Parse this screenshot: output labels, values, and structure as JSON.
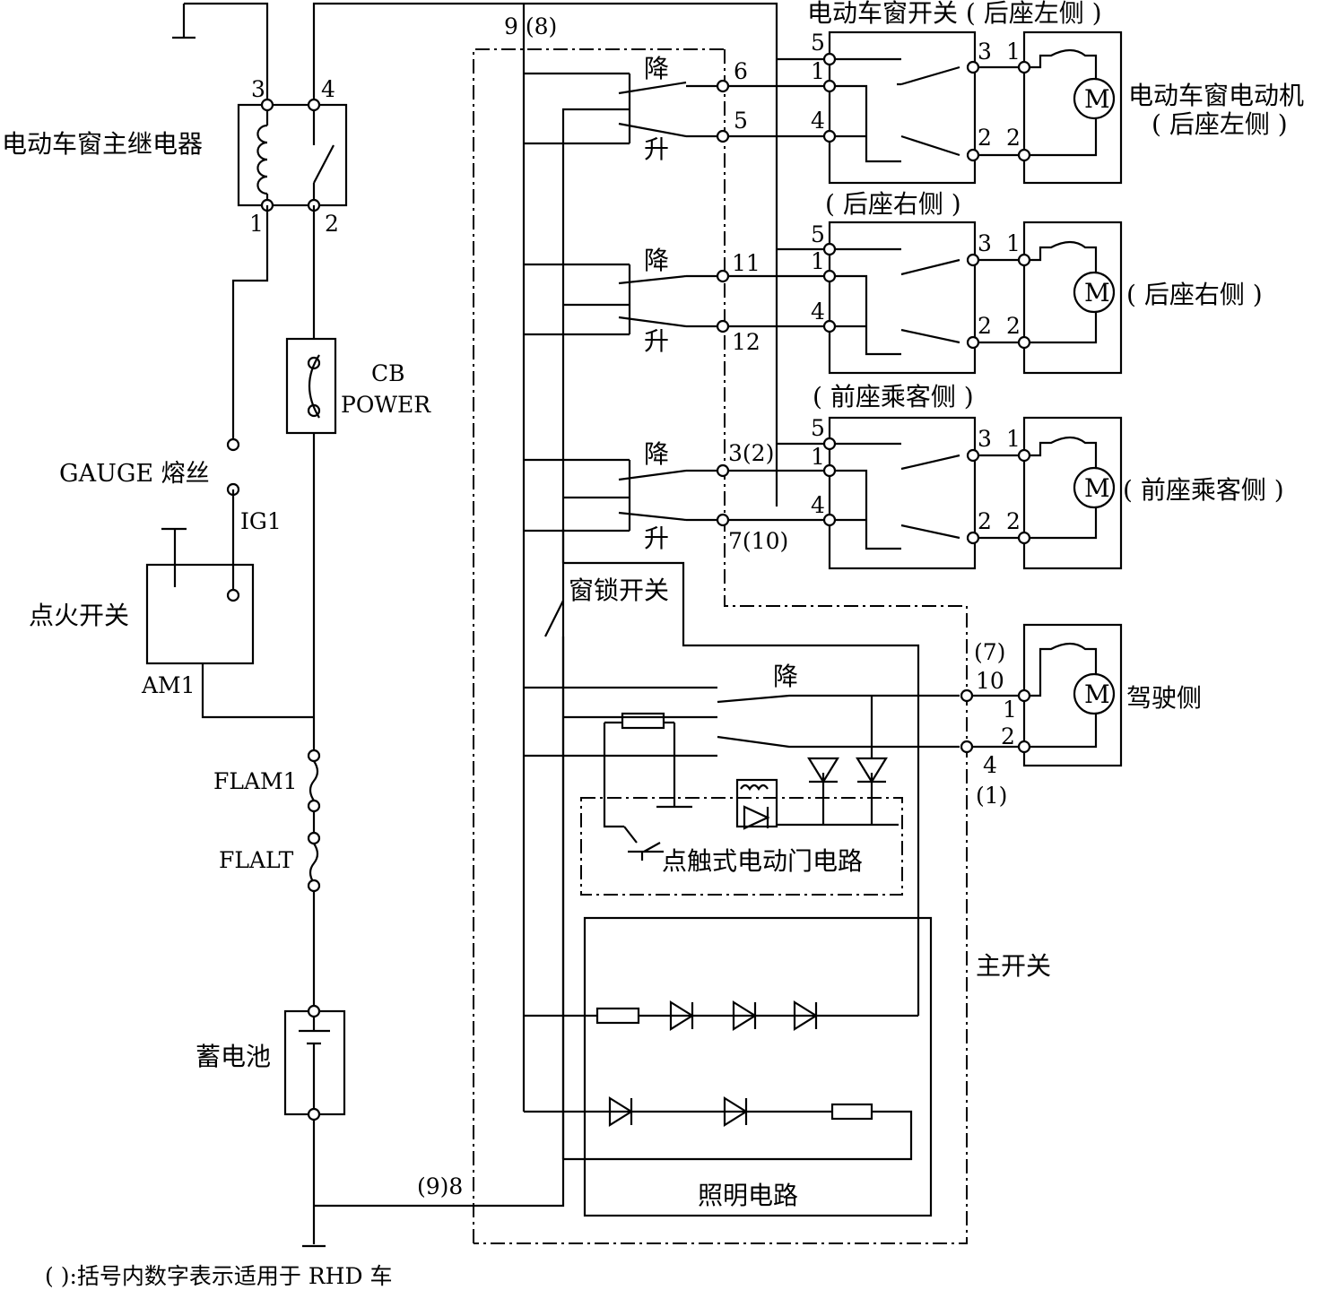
{
  "relay": {
    "title": "电动车窗主继电器",
    "pin3": "3",
    "pin4": "4",
    "pin1": "1",
    "pin2": "2"
  },
  "cb": {
    "line1": "CB",
    "line2": "POWER"
  },
  "gauge": {
    "label": "GAUGE 熔丝",
    "ig1": "IG1"
  },
  "ignition": {
    "title": "点火开关",
    "am1": "AM1"
  },
  "fuses": {
    "flam1": "FLAM1",
    "flalt": "FLALT"
  },
  "battery": {
    "label": "蓄电池"
  },
  "ground_terminal": "(9)8",
  "top_terminal": "9 (8)",
  "footnote": "( ):括号内数字表示适用于 RHD 车",
  "main_switch": {
    "label": "主开关",
    "down": "降",
    "up": "升",
    "lock_switch": "窗锁开关",
    "touch_circuit": "点触式电动门电路",
    "light_circuit": "照明电路",
    "rows": [
      {
        "down_pin": "6",
        "up_pin": "5"
      },
      {
        "down_pin": "11",
        "up_pin": "12"
      },
      {
        "down_pin": "3(2)",
        "up_pin": "7(10)"
      }
    ],
    "driver_pins": {
      "p7": "(7)",
      "p10": "10",
      "p4": "4",
      "p1": "(1)"
    }
  },
  "window_switch": {
    "title": "电动车窗开关 ( 后座左侧 )",
    "rear_right": "( 后座右侧 )",
    "front_passenger": "( 前座乘客侧 )",
    "pins": {
      "p5": "5",
      "p1": "1",
      "p4": "4",
      "p3": "3",
      "p2": "2"
    }
  },
  "motors": {
    "symbol": "M",
    "rear_left_line1": "电动车窗电动机",
    "rear_left_line2": "( 后座左侧 )",
    "rear_right": "( 后座右侧 )",
    "front_passenger": "( 前座乘客侧 )",
    "driver": "驾驶侧",
    "pin1": "1",
    "pin2": "2"
  }
}
